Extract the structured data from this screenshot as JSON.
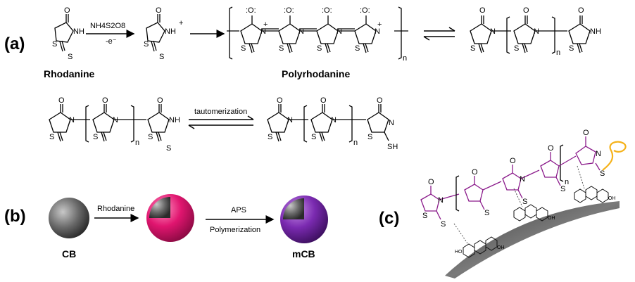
{
  "panels": {
    "a": "(a)",
    "b": "(b)",
    "c": "(c)"
  },
  "compounds": {
    "rhodanine": "Rhodanine",
    "polyrhodanine": "Polyrhodanine",
    "cb": "CB",
    "mcb": "mCB"
  },
  "arrows": {
    "oxidant": "NH4S2O8",
    "electron": "-e⁻",
    "tautomerization": "tautomerization",
    "rhodanine_step": "Rhodanine",
    "aps": "APS",
    "polymerization": "Polymerization"
  },
  "atoms": {
    "O": "O",
    "S": "S",
    "N": "N",
    "NH": "NH",
    "SH": "SH",
    "n": "n",
    "plus": "+",
    "ocharge": ":O:",
    "hydroxyl": "OH",
    "ho": "HO"
  },
  "colors": {
    "tautomer_nh": "#1f2fbf",
    "tautomer_sh": "#e8231e",
    "polymer_purple": "#8b1b8b",
    "shell_pink": "#d4106a",
    "shell_purple": "#6a1e9a",
    "tail_yellow": "#f5b21a",
    "carbon_grey": "#555555"
  }
}
